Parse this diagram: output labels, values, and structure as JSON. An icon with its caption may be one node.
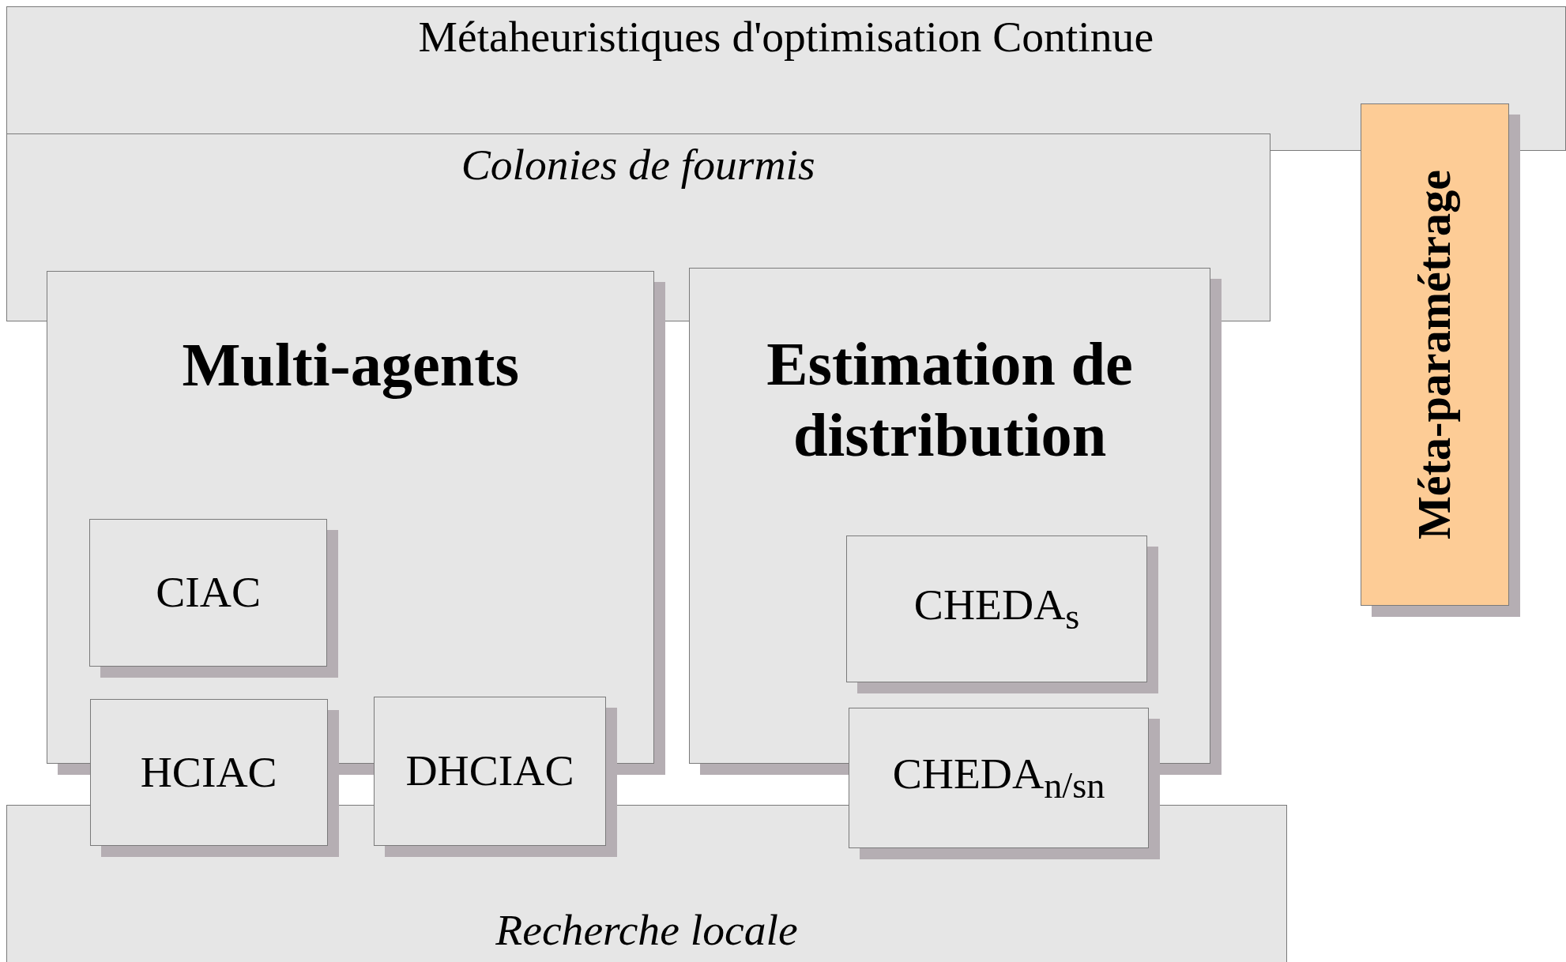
{
  "diagram": {
    "nodes": [
      {
        "text": [
          "Métaheuristiques d'optimisation Continue"
        ]
      },
      {
        "text": [
          "Colonies de fourmis"
        ]
      },
      {
        "text": [
          "Multi-agents"
        ]
      },
      {
        "text": [
          "CIAC"
        ],
        "in": 2
      },
      {
        "text": [
          "HCIAC"
        ]
      },
      {
        "text": [
          "DHCIAC"
        ]
      },
      {
        "text": [
          "Estimation de distribution"
        ]
      },
      {
        "text": [
          "CHEDA$_{s}$"
        ],
        "in": 6
      },
      {
        "text": [
          "CHEDA$_{n/sn}$"
        ]
      },
      {
        "text": [
          "Méta-paramétrage"
        ]
      },
      {
        "text": [
          "Recherche locale"
        ]
      }
    ],
    "edges": []
  }
}
